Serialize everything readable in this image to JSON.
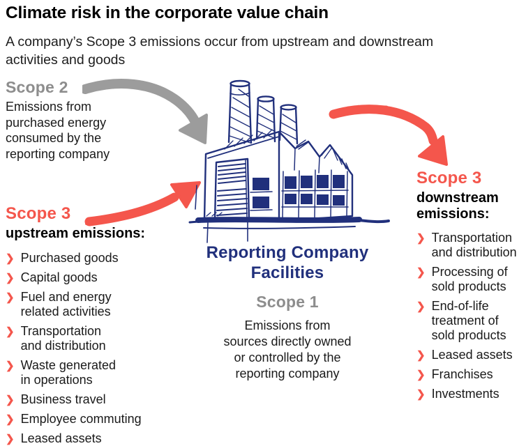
{
  "page": {
    "title": "Climate risk in the corporate value chain",
    "subtitle": "A company’s Scope 3 emissions occur from upstream and downstream\nactivities and goods"
  },
  "colors": {
    "red": "#F4564C",
    "navy": "#21307C",
    "heading_gray": "#8D8D8D",
    "arrow_gray": "#9C9C9C",
    "ink": "#1A1A1A"
  },
  "ui": {
    "bullet": "❯"
  },
  "scope2": {
    "heading": "Scope 2",
    "description": "Emissions from\npurchased energy\nconsumed by the\nreporting company"
  },
  "facility": {
    "label": "Reporting Company\nFacilities"
  },
  "scope1": {
    "heading": "Scope 1",
    "description": "Emissions from\nsources directly owned\nor controlled by the\nreporting company"
  },
  "scope3_upstream": {
    "heading": "Scope 3",
    "subheading": "upstream emissions:",
    "items": [
      "Purchased goods",
      "Capital goods",
      "Fuel and energy\nrelated activities",
      "Transportation\nand distribution",
      "Waste generated\nin operations",
      "Business travel",
      "Employee commuting",
      "Leased assets"
    ]
  },
  "scope3_downstream": {
    "heading": "Scope 3",
    "subheading": "downstream\nemissions:",
    "items": [
      "Transportation\nand distribution",
      "Processing of\nsold products",
      "End-of-life\ntreatment of\nsold products",
      "Leased assets",
      "Franchises",
      "Investments"
    ]
  }
}
